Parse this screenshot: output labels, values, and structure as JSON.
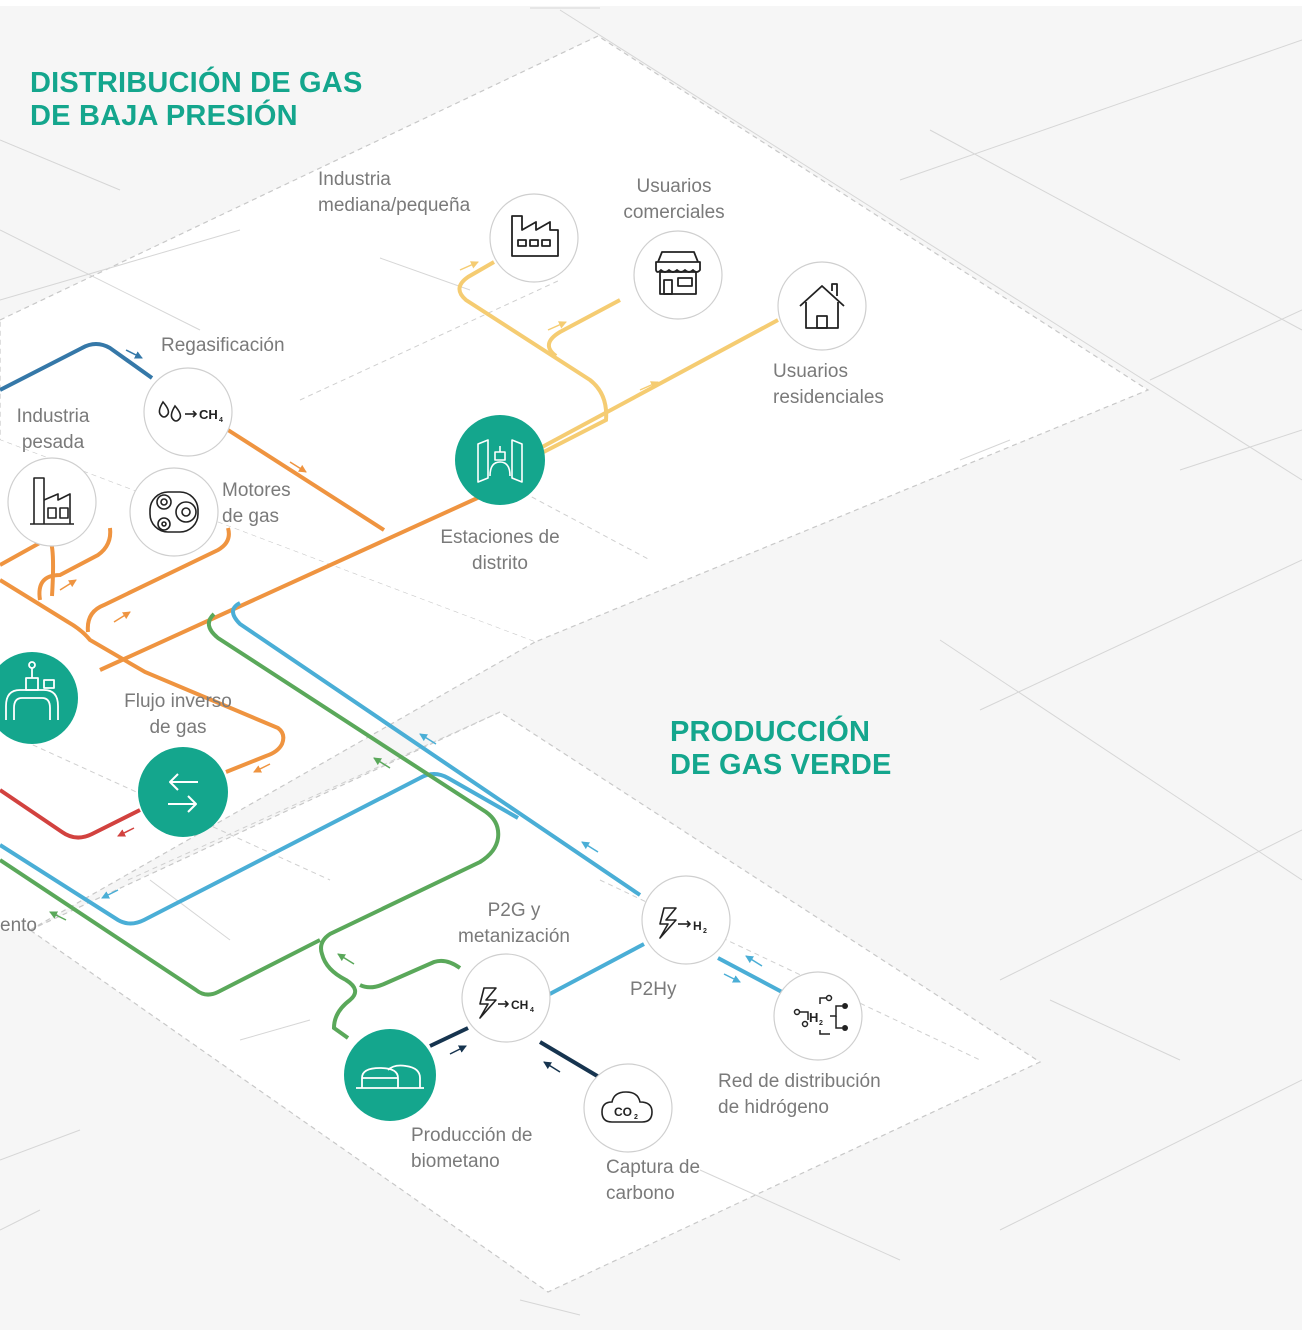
{
  "colors": {
    "accent": "#14a68d",
    "low_pressure": "#f5cc72",
    "medium_pressure": "#ef9440",
    "lng": "#3578a8",
    "reverse_flow": "#d2423f",
    "hydrogen": "#4aaed6",
    "biomethane": "#5aa85a",
    "co2": "#16344f",
    "label": "#7a7a7a"
  },
  "headings": {
    "low_pressure": [
      "DISTRIBUCIÓN DE GAS",
      "DE BAJA PRESIÓN"
    ],
    "green_gas": [
      "PRODUCCIÓN",
      "DE GAS VERDE"
    ]
  },
  "nodes": {
    "industria_mediana": {
      "label": [
        "Industria",
        "mediana/pequeña"
      ],
      "icon": "factory-icon"
    },
    "usuarios_comerciales": {
      "label": [
        "Usuarios",
        "comerciales"
      ],
      "icon": "shop-icon"
    },
    "usuarios_residenciales": {
      "label": [
        "Usuarios",
        "residenciales"
      ],
      "icon": "house-icon"
    },
    "regasificacion": {
      "label": [
        "Regasificación"
      ],
      "icon": "regasification-icon",
      "formula": "CH"
    },
    "industria_pesada": {
      "label": [
        "Industria",
        "pesada"
      ],
      "icon": "heavy-industry-icon"
    },
    "motores_gas": {
      "label": [
        "Motores",
        "de gas"
      ],
      "icon": "gas-engine-icon"
    },
    "estaciones_distrito": {
      "label": [
        "Estaciones de",
        "distrito"
      ],
      "icon": "district-station-icon"
    },
    "regulador": {
      "icon": "pressure-regulator-icon"
    },
    "flujo_inverso": {
      "label": [
        "Flujo inverso",
        "de gas"
      ],
      "icon": "reverse-flow-icon"
    },
    "almacenamiento": {
      "label": [
        "ento"
      ]
    },
    "p2g": {
      "label": [
        "P2G y",
        "metanización"
      ],
      "icon": "power-to-methane-icon",
      "formula": "CH"
    },
    "p2hy": {
      "label": [
        "P2Hy"
      ],
      "icon": "power-to-hydrogen-icon",
      "formula": "H"
    },
    "red_hidrogeno": {
      "label": [
        "Red de distribución",
        "de hidrógeno"
      ],
      "icon": "hydrogen-network-icon",
      "formula": "H"
    },
    "biometano": {
      "label": [
        "Producción de",
        "biometano"
      ],
      "icon": "biomethane-tanks-icon"
    },
    "captura_carbono": {
      "label": [
        "Captura de",
        "carbono"
      ],
      "icon": "co2-cloud-icon",
      "formula": "CO"
    }
  }
}
